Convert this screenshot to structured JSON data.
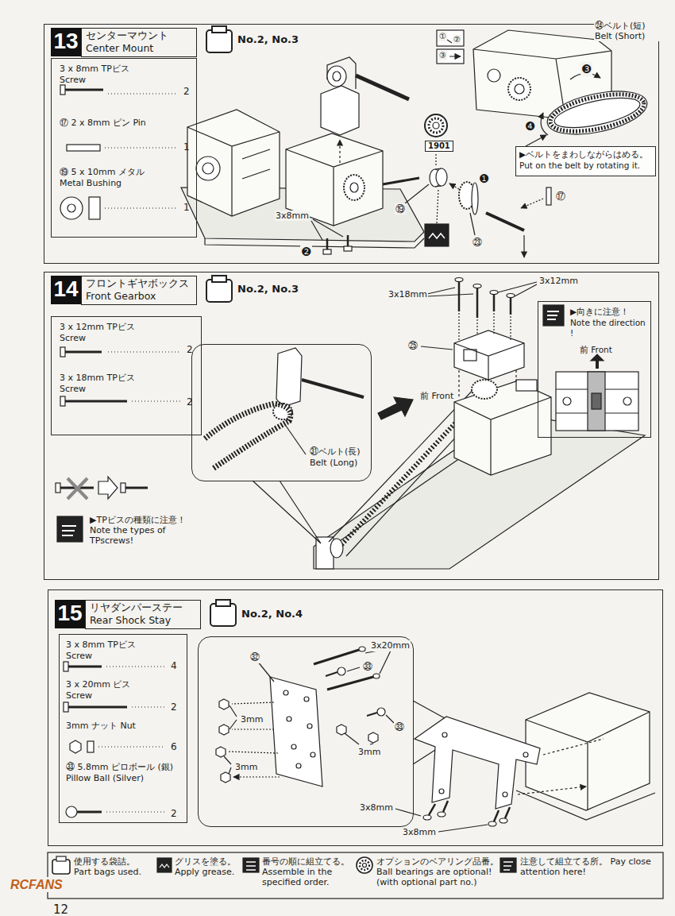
{
  "diagram": {
    "nodes": [
      {
        "text": [
          "13",
          "センターマウント Center Mount"
        ]
      },
      {
        "text": [
          "3 x 8mm TPビス Screw",
          "2",
          "⑰ 2 x 8mm ピン Pin",
          "1",
          "⑲ 5 x 10mm メタル Metal Bushing",
          "1"
        ],
        "in": 0
      },
      {
        "text": [
          "▶ベルトをまわしながらはめる。 Put on the belt by rotating it."
        ],
        "in": 0
      },
      {
        "text": [
          "14",
          "フロントギヤボックス Front Gearbox"
        ]
      },
      {
        "text": [
          "3 x 12mm TPビス Screw",
          "2",
          "3 x 18mm TPビス Screw",
          "2"
        ],
        "in": 3
      },
      {
        "text": [
          "㉛ベルト(長) Belt (Long)"
        ],
        "in": 3
      },
      {
        "text": [
          "▶向きに注意！ Note the direction !",
          "前 Front"
        ],
        "in": 3
      },
      {
        "text": [
          "15",
          "リヤダンパーステー Rear Shock Stay"
        ]
      },
      {
        "text": [
          "3 x 8mm TPビス Screw",
          "4",
          "3 x 20mm ビス Screw",
          "2",
          "3mm ナット Nut",
          "6",
          "㉝ 5.8mm ピロボール (銀) Pillow Ball (Silver)",
          "2"
        ],
        "in": 7
      },
      {
        "text": [
          "㉜",
          "3x20mm",
          "㉝",
          "3mm",
          "3mm",
          "3mm",
          "㉝"
        ],
        "in": 7
      }
    ],
    "labels": [
      "No.2, No.3",
      "①",
      "②",
      "③",
      "㉔ベルト(短) Belt (Short)",
      "❸",
      "❹",
      "1901",
      "❶",
      "⑲",
      "⑰",
      "㉓",
      "3x8mm",
      "❷",
      "No.2, No.3",
      "3x18mm",
      "3x12mm",
      "㉕",
      "前 Front",
      "▶TPビスの種類に注意！ Note the types of TPscrews!",
      "No.2, No.4",
      "3x8mm",
      "3x8mm",
      "12",
      "RCFANS"
    ],
    "legend": [
      {
        "text": "使用する袋詰。 Part bags used."
      },
      {
        "text": "グリスを塗る。 Apply grease."
      },
      {
        "text": "番号の順に組立てる。 Assemble in the specified order."
      },
      {
        "text": "オプションのベアリング品番。 Ball bearings are optional! (with optional part no.)"
      },
      {
        "text": "注意して組立てる所。 Pay close attention here!"
      }
    ]
  }
}
